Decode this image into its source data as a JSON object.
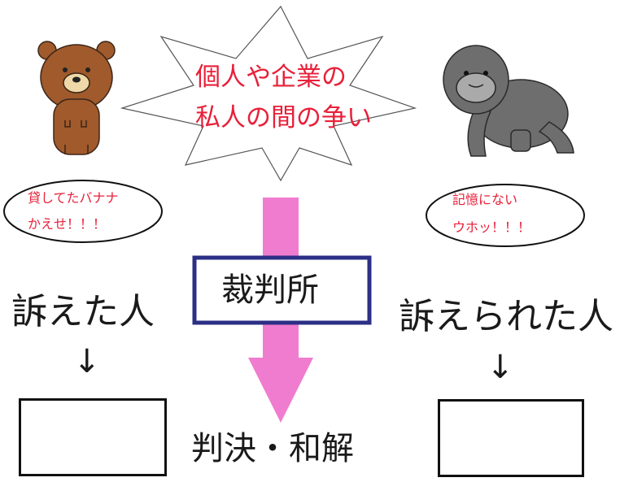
{
  "burst": {
    "line1": "個人や企業の",
    "line2": "私人の間の争い"
  },
  "bear_bubble": {
    "line1": "貸してたバナナ",
    "line2": "かえせ！！！"
  },
  "gorilla_bubble": {
    "line1": "記憶にない",
    "line2": "ウホッ！！！"
  },
  "court": {
    "label": "裁判所"
  },
  "left": {
    "label": "訴えた人",
    "arrow": "↓"
  },
  "right": {
    "label": "訴えられた人",
    "arrow": "↓"
  },
  "result": {
    "label": "判決・和解"
  },
  "colors": {
    "accent_red": "#e8203a",
    "arrow_pink": "#f07ccf",
    "court_border": "#2b2f85"
  }
}
